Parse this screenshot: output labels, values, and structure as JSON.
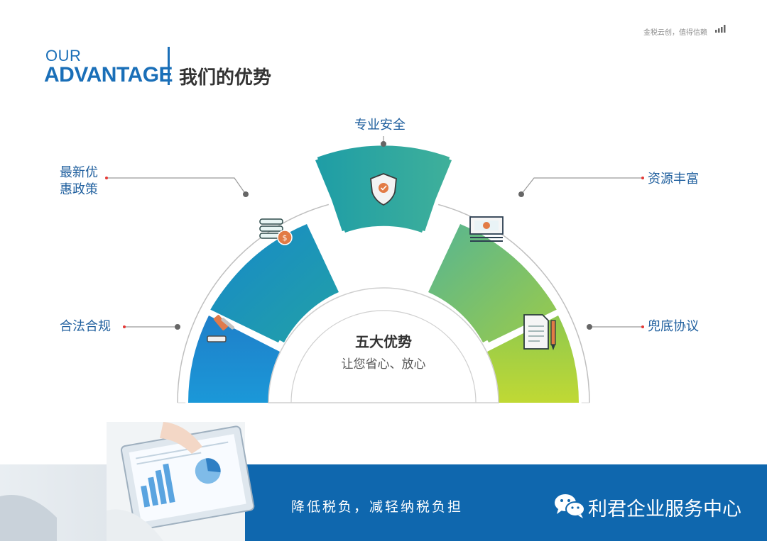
{
  "header": {
    "tagline": "金税云创，值得信赖",
    "our": "OUR",
    "advantage": "ADVANTAGE",
    "title_cn": "我们的优势"
  },
  "advantages": [
    {
      "label": "合法合规",
      "icon": "gavel-icon"
    },
    {
      "label": "最新优\n惠政策",
      "line1": "最新优",
      "line2": "惠政策",
      "icon": "coins-icon"
    },
    {
      "label": "专业安全",
      "icon": "shield-icon"
    },
    {
      "label": "资源丰富",
      "icon": "money-icon"
    },
    {
      "label": "兜底协议",
      "icon": "document-icon"
    }
  ],
  "center": {
    "title": "五大优势",
    "subtitle": "让您省心、放心"
  },
  "banner": {
    "slogan": "降低税负，减轻纳税负担",
    "brand": "利君企业服务中心",
    "brand_icon": "wechat-icon"
  },
  "colors": {
    "accent": "#1a6fb8",
    "seg_blue": "#1b8fd6",
    "seg_teal": "#1fa3a0",
    "seg_green": "#b7d433",
    "banner": "#0f67ae"
  }
}
